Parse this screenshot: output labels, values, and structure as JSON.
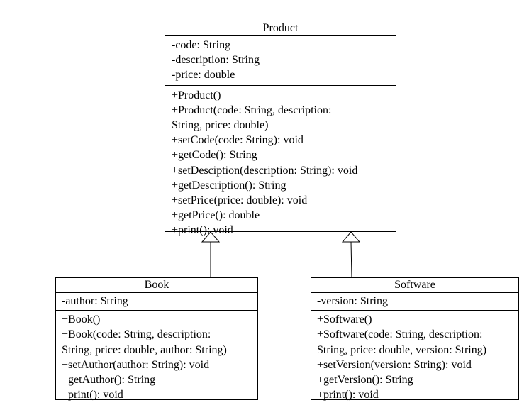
{
  "classes": {
    "product": {
      "name": "Product",
      "attributes": [
        "-code: String",
        "-description: String",
        "-price: double"
      ],
      "operations": [
        "+Product()",
        "+Product(code: String, description:",
        "String, price: double)",
        "+setCode(code: String): void",
        "+getCode(): String",
        "+setDesciption(description: String): void",
        "+getDescription(): String",
        "+setPrice(price: double): void",
        "+getPrice(): double",
        "+print(): void"
      ]
    },
    "book": {
      "name": "Book",
      "attributes": [
        "-author: String"
      ],
      "operations": [
        "+Book()",
        "+Book(code: String, description:",
        "String, price: double, author: String)",
        "+setAuthor(author: String): void",
        "+getAuthor(): String",
        "+print(): void"
      ]
    },
    "software": {
      "name": "Software",
      "attributes": [
        "-version: String"
      ],
      "operations": [
        "+Software()",
        "+Software(code: String, description:",
        "String, price: double, version: String)",
        "+setVersion(version: String): void",
        "+getVersion(): String",
        "+print(): void"
      ]
    }
  },
  "relationships": [
    {
      "type": "generalization",
      "from": "Book",
      "to": "Product"
    },
    {
      "type": "generalization",
      "from": "Software",
      "to": "Product"
    }
  ]
}
